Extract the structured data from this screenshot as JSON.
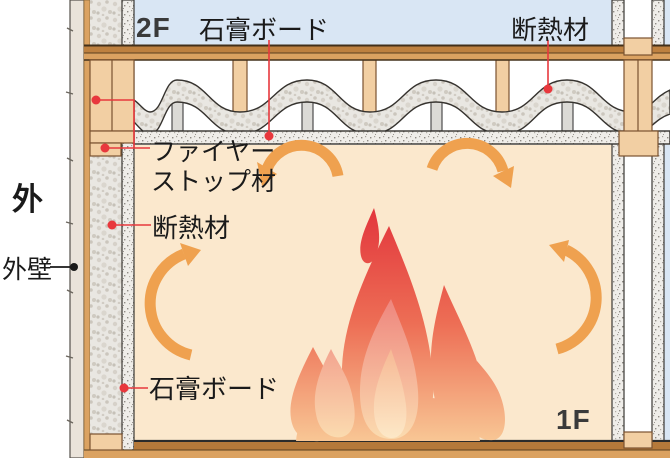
{
  "labels": {
    "floor_2f": "2F",
    "floor_1f": "1F",
    "outside": "外",
    "exterior_wall": "外壁",
    "gypsum_board_ceiling": "石膏ボード",
    "insulation_floor": "断熱材",
    "fire_stop_line1": "ファイヤー",
    "fire_stop_line2": "ストップ材",
    "insulation_wall": "断熱材",
    "gypsum_board_wall": "石膏ボード"
  },
  "colors": {
    "floor2_room": "#D9E6F4",
    "floor1_room": "#FBE8CD",
    "arrow_orange": "#EFA14F",
    "leader_red": "#E8383D",
    "wood_light": "#F2CFA3",
    "wood_mid": "#DBA261",
    "wood_dark": "#BE8140",
    "wood_outline": "#7A5230",
    "insulation_base": "#E9E7E2",
    "gypsum_base": "#EFEDE9",
    "exterior_wall": "#EAE3DA",
    "flame_red": "#E2343C",
    "flame_peach": "#F8C795",
    "flame_inner": "#EE837C",
    "flame_core": "#FBDCB0",
    "text_dark": "#1A1A1A"
  }
}
